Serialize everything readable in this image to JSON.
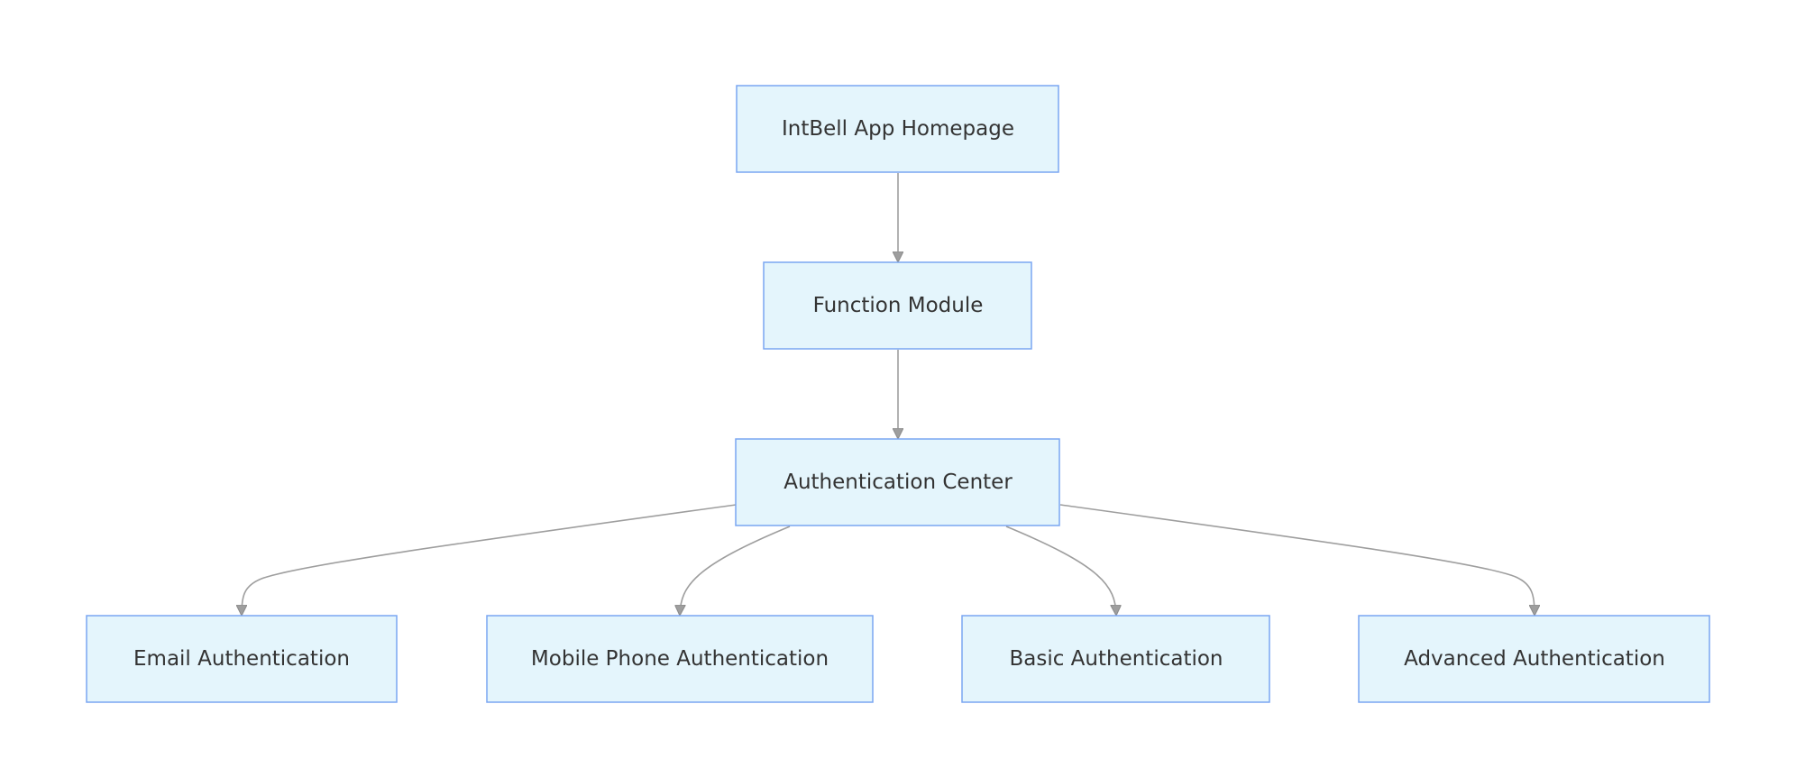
{
  "diagram": {
    "type": "flowchart",
    "colors": {
      "node_fill": "#e4f5fc",
      "node_stroke": "#7aa6f2",
      "edge": "#9e9e9e",
      "text": "#333333"
    },
    "nodes": [
      {
        "id": "homepage",
        "label": "IntBell App Homepage"
      },
      {
        "id": "function_module",
        "label": "Function Module"
      },
      {
        "id": "auth_center",
        "label": "Authentication Center"
      },
      {
        "id": "email_auth",
        "label": "Email Authentication"
      },
      {
        "id": "mobile_auth",
        "label": "Mobile Phone Authentication"
      },
      {
        "id": "basic_auth",
        "label": "Basic Authentication"
      },
      {
        "id": "advanced_auth",
        "label": "Advanced Authentication"
      }
    ],
    "edges": [
      {
        "from": "homepage",
        "to": "function_module"
      },
      {
        "from": "function_module",
        "to": "auth_center"
      },
      {
        "from": "auth_center",
        "to": "email_auth"
      },
      {
        "from": "auth_center",
        "to": "mobile_auth"
      },
      {
        "from": "auth_center",
        "to": "basic_auth"
      },
      {
        "from": "auth_center",
        "to": "advanced_auth"
      }
    ]
  }
}
